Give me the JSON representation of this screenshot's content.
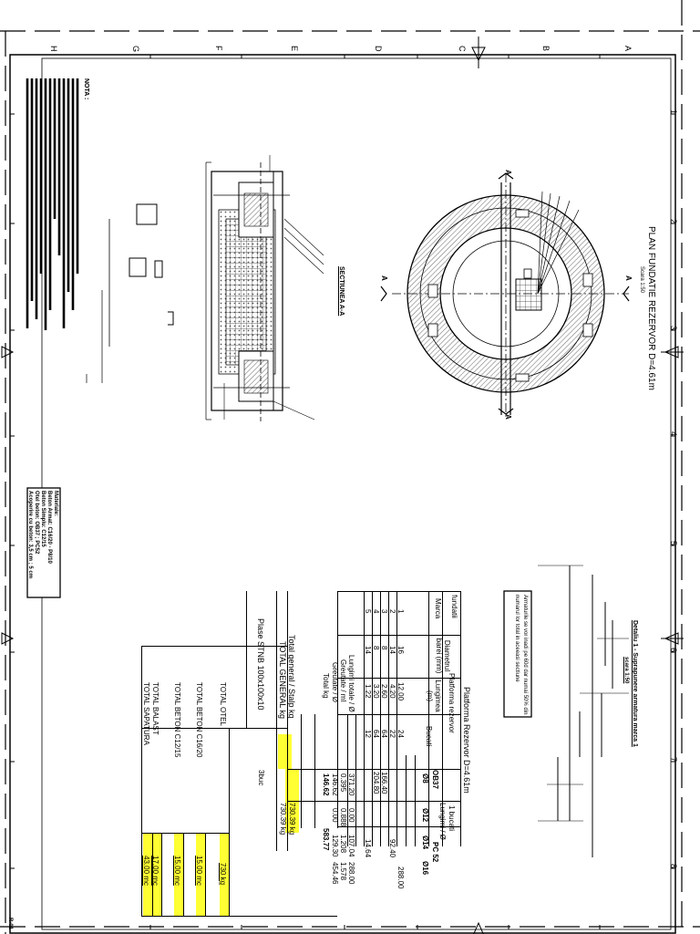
{
  "sheet": {
    "plan_title": "PLAN FUNDATIE REZERVOR D=4.61m",
    "plan_scale": "Scara 1:50",
    "section_title": "SECTIUNEA A-A",
    "detail_title": "Detaliu 1 - Suprapunere armatura marca 1",
    "detail_scale": "scara 1:50",
    "detail_note": "Armaturile se vor inadi pe 60d dar numai 50% din numarul lor total in aceeasi sectiune",
    "notes_title": "NOTA :",
    "section_marks": [
      "A",
      "A",
      "A",
      "A"
    ],
    "frame_numbers": [
      "1",
      "2",
      "3",
      "4",
      "5",
      "6",
      "7",
      "8"
    ],
    "frame_letters": [
      "H",
      "G",
      "F",
      "E",
      "D",
      "C",
      "B",
      "A"
    ],
    "stamp": "R-01"
  },
  "materials": {
    "title": "Materiale:",
    "lines": [
      "Beton Armat: C16/20 - P8/10",
      "Beton Simplu: C12/15",
      "Otel beton: OB37 ; PC52",
      "Acoperire cu beton: 3,5 cm ; 5 cm"
    ]
  },
  "table": {
    "title": "Platforma Rezervor D=4.61m",
    "col_fundatii": "fundatii",
    "col_platforma": "Platforma rezervor",
    "col_bucati_header": "1 bucati",
    "col_lungimi": "Lungimi / Ø",
    "h_marca": "Marca",
    "h_diametru": "Diametrul barei (mm)",
    "h_lungime": "Lungimea (m)",
    "h_bucati": "Bucati",
    "h_ob37": "OB37",
    "h_pc52": "PC 52",
    "h_d8": "Ø8",
    "h_d12": "Ø12",
    "h_d14": "Ø14",
    "h_d16": "Ø16",
    "rows": [
      {
        "marca": "1",
        "diam": "16",
        "lung": "12.00",
        "buc": "24",
        "d8": "",
        "d12": "",
        "d14": "",
        "d16": "288.00"
      },
      {
        "marca": "2",
        "diam": "14",
        "lung": "4.20",
        "buc": "22",
        "d8": "",
        "d12": "",
        "d14": "92.40",
        "d16": ""
      },
      {
        "marca": "3",
        "diam": "8",
        "lung": "2.60",
        "buc": "64",
        "d8": "166.40",
        "d12": "",
        "d14": "",
        "d16": ""
      },
      {
        "marca": "4",
        "diam": "8",
        "lung": "3.20",
        "buc": "64",
        "d8": "204.80",
        "d12": "",
        "d14": "",
        "d16": ""
      },
      {
        "marca": "5",
        "diam": "14",
        "lung": "1.22",
        "buc": "12",
        "d8": "",
        "d12": "",
        "d14": "14.64",
        "d16": ""
      }
    ],
    "sum_lungimi_label": "Lungimi totale / Ø",
    "sum_lungimi": [
      "371.20",
      "0.00",
      "107.04",
      "288.00"
    ],
    "greutate_m_label": "Greutate / ml",
    "greutate_m": [
      "0.395",
      "0.888",
      "1.208",
      "1.578"
    ],
    "greutate_label": "Greutate / Ø",
    "greutate": [
      "146.62",
      "0.00",
      "129.30",
      "454.46"
    ],
    "total_kg_label": "Total kg",
    "total_kg_ob": "146.62",
    "total_kg_pc": "583.77",
    "total_general_stalp_label": "Total general / Stalp  kg",
    "total_general_stalp": "730.39 kg",
    "total_general_label": "TOTAL GENERAL  kg",
    "total_general": "730.39 kg",
    "plase_label": "Plase STNB 100x100x10",
    "plase_value": "3buc",
    "totals": [
      {
        "label": "TOTAL OTEL",
        "value": "730 kg"
      },
      {
        "label": "TOTAL BETON C16/20",
        "value": "15.00 mc"
      },
      {
        "label": "TOTAL BETON C12/15",
        "value": "15.00 mc"
      },
      {
        "label": "TOTAL BALAST",
        "value": "17.00 mc"
      },
      {
        "label": "TOTAL SAPATURA",
        "value": "43.00 mc"
      }
    ]
  },
  "colors": {
    "highlight": "#ffff33",
    "line": "#000000",
    "hatch": "#6b6b6b"
  }
}
